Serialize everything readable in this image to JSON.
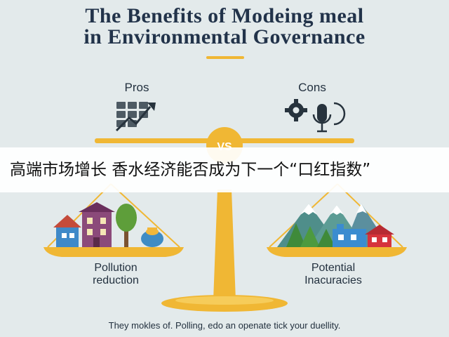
{
  "title": {
    "line1": "The Benefits of Modeing meal",
    "line2": "in Environmental Governance"
  },
  "scale": {
    "center_label": "VS",
    "left_heading": "Pros",
    "right_heading": "Cons",
    "left_caption_1": "Pollution",
    "left_caption_2": "reduction",
    "right_caption_1": "Potential",
    "right_caption_2": "Inacuracies"
  },
  "footer": "They mokles of. Polling, edo an openate tick your duellity.",
  "banner": {
    "text": "高端市场增长 香水经济能否成为下一个“口红指数”"
  },
  "icons": {
    "left": "growth-chart-icon",
    "right": [
      "gear-icon",
      "microphone-icon"
    ]
  },
  "colors": {
    "background": "#e3eaeb",
    "accent": "#f0b734",
    "title": "#22334a"
  }
}
